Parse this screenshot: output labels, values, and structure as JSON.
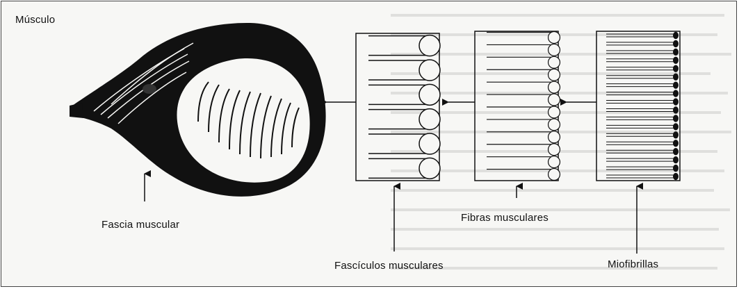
{
  "labels": {
    "title": "Músculo",
    "fascia": "Fascia muscular",
    "fasciculos": "Fascículos musculares",
    "fibras": "Fibras musculares",
    "miofibrillas": "Miofibrillas"
  },
  "colors": {
    "ink": "#111111",
    "background": "#f7f7f5"
  },
  "diagram": {
    "fasciculos_bundle": {
      "circle_count": 6
    },
    "fibras_bundle": {
      "circle_count": 12
    },
    "miofibrillas_bundle": {
      "dot_count": 18
    }
  }
}
